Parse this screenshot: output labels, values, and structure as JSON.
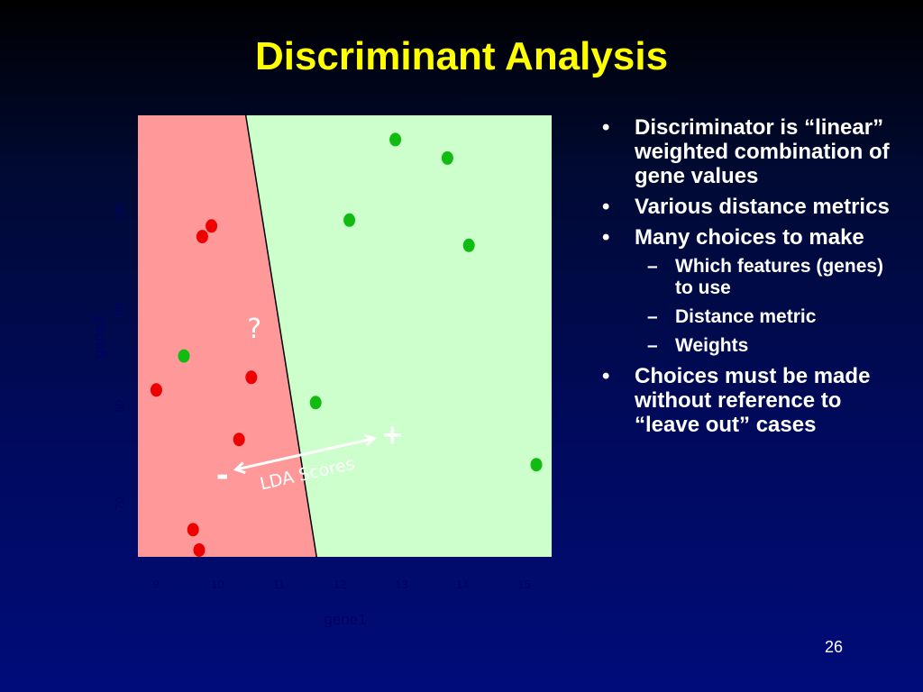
{
  "slide": {
    "title": "Discriminant Analysis",
    "number": "26"
  },
  "bullets": [
    {
      "text": "Discriminator is “linear” weighted combination of gene values",
      "subs": []
    },
    {
      "text": "Various distance metrics",
      "subs": []
    },
    {
      "text": "Many choices to make",
      "subs": [
        "Which features (genes) to use",
        "Distance metric",
        "Weights"
      ]
    },
    {
      "text": "Choices must be made without reference to “leave out” cases",
      "subs": []
    }
  ],
  "bullet_glyph": "•",
  "sub_glyph": "–",
  "colors": {
    "title": "#ffff00",
    "red_region": "#ff9999",
    "green_region": "#ccffcc",
    "red_point": "#ee0000",
    "green_point": "#11bb11",
    "annotation": "#ffffff"
  },
  "chart_data": {
    "type": "scatter",
    "xlabel": "gene1",
    "ylabel": "gene2",
    "xlim": [
      8.7,
      15.45
    ],
    "ylim": [
      64.5,
      110
    ],
    "xticks": [
      9,
      10,
      11,
      12,
      13,
      14,
      15
    ],
    "yticks": [
      70,
      80,
      90,
      100
    ],
    "regions": [
      {
        "name": "red",
        "color": "#ff9999"
      },
      {
        "name": "green",
        "color": "#ccffcc"
      }
    ],
    "boundary": {
      "type": "line",
      "points": [
        [
          10.45,
          110.2
        ],
        [
          11.62,
          64.4
        ]
      ]
    },
    "series": [
      {
        "color": "#ee0000",
        "points": [
          [
            9.9,
            98.6
          ],
          [
            9.75,
            97.5
          ],
          [
            10.55,
            83.0
          ],
          [
            9.0,
            81.7
          ],
          [
            10.35,
            76.6
          ],
          [
            9.6,
            67.3
          ],
          [
            9.7,
            65.2
          ]
        ]
      },
      {
        "color": "#11bb11",
        "points": [
          [
            12.9,
            107.5
          ],
          [
            13.75,
            105.6
          ],
          [
            12.15,
            99.2
          ],
          [
            14.1,
            96.6
          ],
          [
            9.45,
            85.2
          ],
          [
            11.6,
            80.4
          ],
          [
            15.2,
            74.0
          ]
        ]
      }
    ],
    "annotations": {
      "question_mark": "?",
      "question_point": [
        10.6,
        88.2
      ],
      "arrow_label": "LDA Scores",
      "arrow_start": [
        10.3,
        73.5
      ],
      "arrow_end": [
        12.55,
        76.7
      ],
      "minus_sign": "-",
      "plus_sign": "+"
    }
  }
}
